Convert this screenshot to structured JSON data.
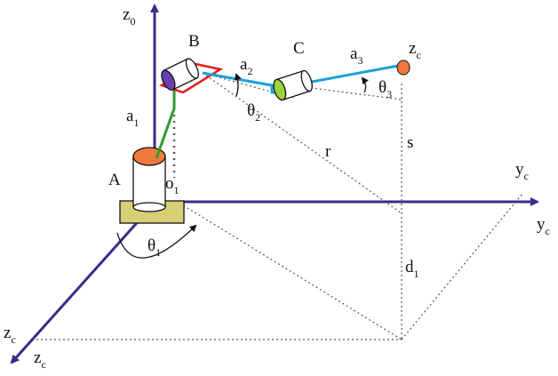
{
  "labels": {
    "z0": "z",
    "z0_sub": "0",
    "A": "A",
    "B": "B",
    "C": "C",
    "a1": "a",
    "a1_sub": "1",
    "a2": "a",
    "a2_sub": "2",
    "a3": "a",
    "a3_sub": "3",
    "theta1": "θ",
    "theta1_sub": "1",
    "theta2": "θ",
    "theta2_sub": "2",
    "theta3": "θ",
    "theta3_sub": "3",
    "zc_top": "z",
    "zc_top_sub": "c",
    "r": "r",
    "s": "s",
    "yc_upper": "y",
    "yc_upper_sub": "c",
    "yc_lower": "y",
    "yc_lower_sub": "c",
    "d1": "d",
    "d1_sub": "1",
    "zc_left": "z",
    "zc_left_sub": "c",
    "zc_bottom": "z",
    "zc_bottom_sub": "c",
    "o1": "o",
    "o1_sub": "1"
  },
  "colors": {
    "axis": "#3b2a8a",
    "link_blue": "#1aa0d8",
    "link_green": "#2f9a2f",
    "base_fill": "#d6cf74",
    "joint_orange": "#f07a3c",
    "joint_green": "#9bd13a",
    "plate_red": "#e02020",
    "joint_purple": "#6a3fb0",
    "dotted": "#555555"
  }
}
